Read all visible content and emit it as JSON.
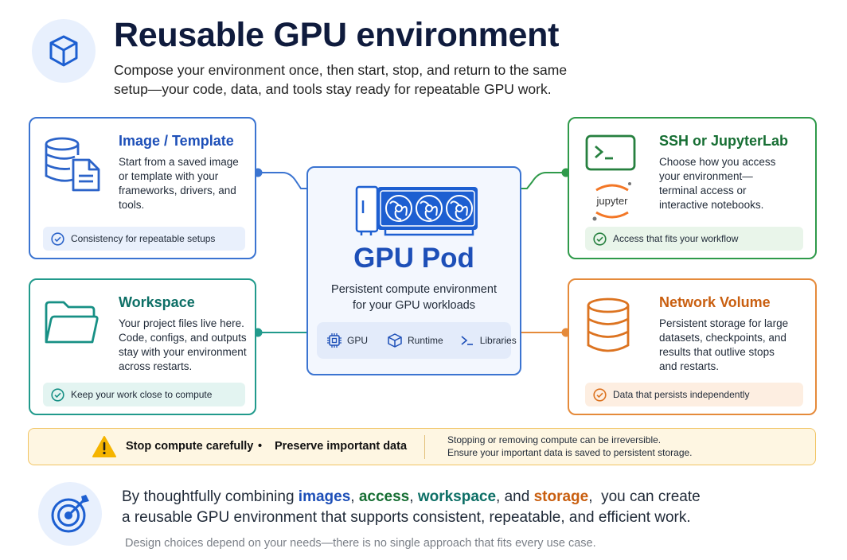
{
  "header": {
    "title": "Reusable GPU environment",
    "subtitle": "Compose your environment once, then start, stop, and return to the same setup—your code, data, and tools stay ready for repeatable GPU work."
  },
  "cards": {
    "image": {
      "title": "Image / Template",
      "description": "Start from a saved image or template with your frameworks, drivers, and tools.",
      "pill": "Consistency for repeatable setups"
    },
    "workspace": {
      "title": "Workspace",
      "description": "Your project files live here. Code, configs, and outputs stay with your environment across restarts.",
      "pill": "Keep your work close to compute"
    },
    "access": {
      "title": "SSH or JupyterLab",
      "description": "Choose how you access your environment—terminal access or interactive notebooks.",
      "pill": "Access that fits your workflow",
      "jupyter_label": "jupyter"
    },
    "volume": {
      "title": "Network Volume",
      "description": "Persistent storage for large datasets, checkpoints, and results that outlive stops and restarts.",
      "pill": "Data that persists independently"
    }
  },
  "center": {
    "title": "GPU Pod",
    "description_line1": "Persistent compute environment",
    "description_line2": "for your GPU workloads",
    "chips": [
      "GPU",
      "Runtime",
      "Libraries"
    ]
  },
  "warning": {
    "label_a": "Stop compute carefully",
    "separator": "•",
    "label_b": "Preserve important data",
    "detail_line1": "Stopping or removing compute can be irreversible.",
    "detail_line2": "Ensure your important data is saved to persistent storage."
  },
  "footer": {
    "line1_prefix": "By thoughtfully combining ",
    "kw_images": "images",
    "comma1": ", ",
    "kw_access": "access",
    "comma2": ", ",
    "kw_workspace": "workspace",
    "and_text": ", and ",
    "kw_storage": "storage",
    "line1_suffix": ",  you can create",
    "line2": "a reusable GPU environment that supports consistent, repeatable, and efficient work.",
    "note": "Design choices depend on your needs—there is no single approach that fits every use case."
  },
  "colors": {
    "blue": "#1d4fb8",
    "green": "#166e33",
    "teal": "#0d6f66",
    "orange": "#c95f10",
    "warning": "#f5b400"
  },
  "icons": {
    "header": "cube-icon",
    "image": "database-document-icon",
    "workspace": "folder-icon",
    "access": "terminal-icon",
    "volume": "database-icon",
    "center": "gpu-card-icon",
    "warning": "warning-triangle-icon",
    "footer": "target-icon"
  }
}
